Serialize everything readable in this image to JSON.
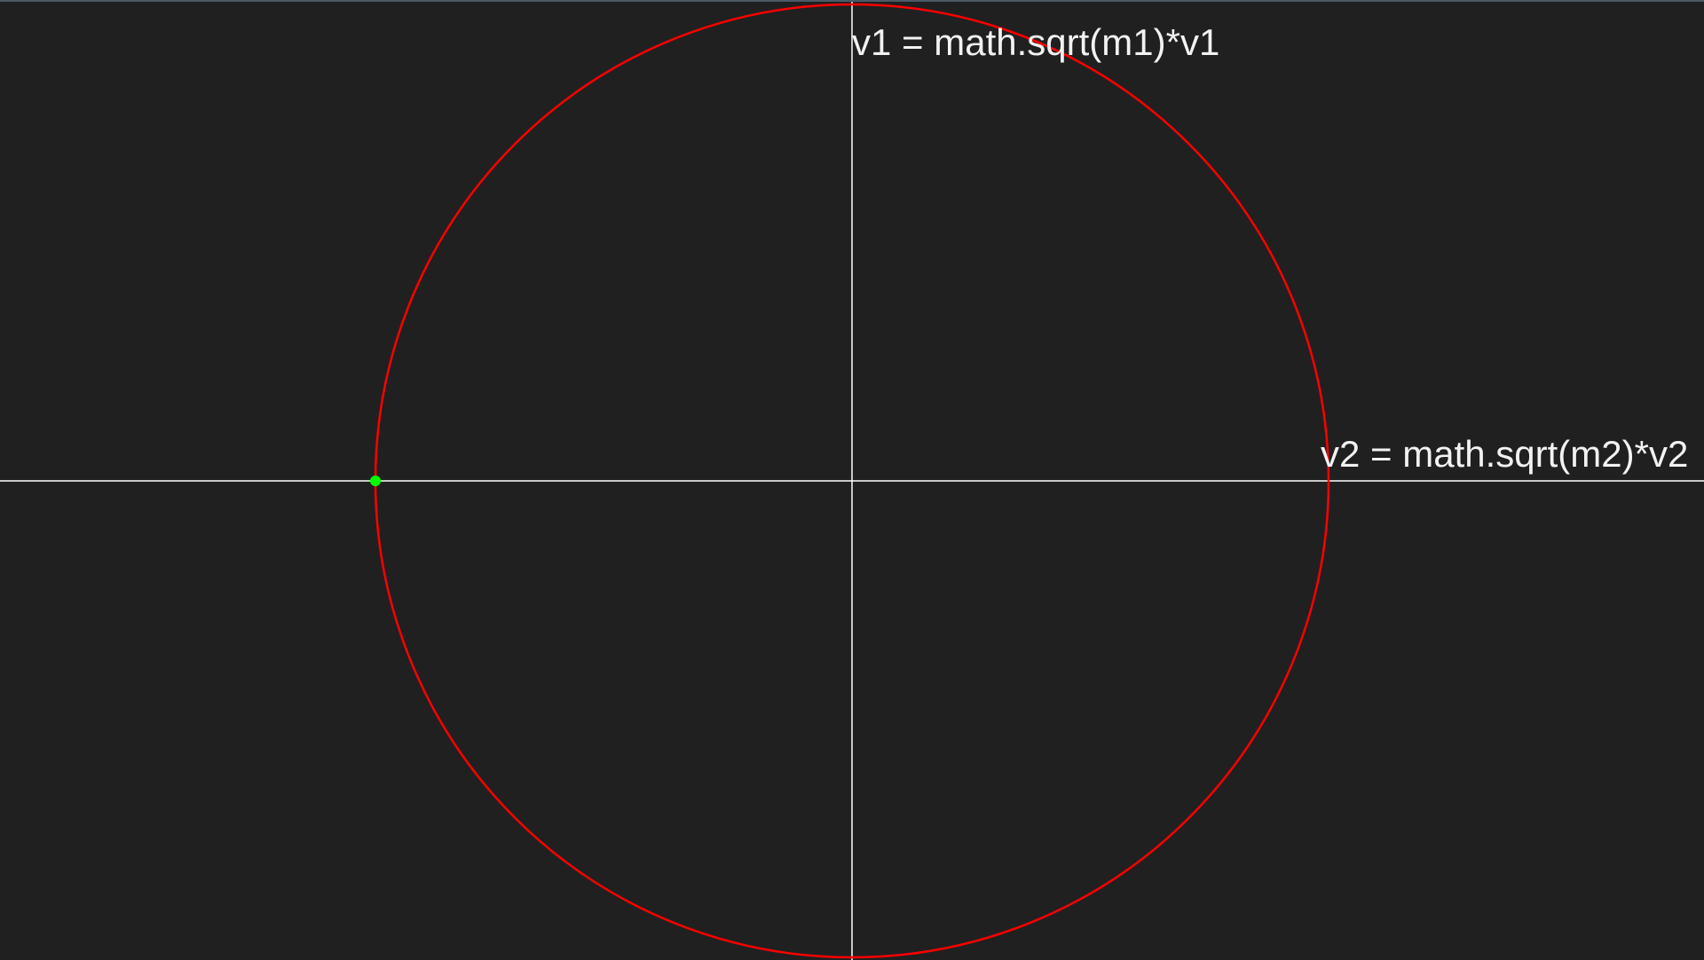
{
  "colors": {
    "background": "#202020",
    "axes": "#ffffff",
    "circle": "#ff0000",
    "point": "#00ff00",
    "text": "#f2f2f2"
  },
  "axes": {
    "vertical_label": "v1 = math.sqrt(m1)*v1",
    "horizontal_label": "v2 = math.sqrt(m2)*v2"
  },
  "phase_point": {
    "angle_deg": 180
  }
}
